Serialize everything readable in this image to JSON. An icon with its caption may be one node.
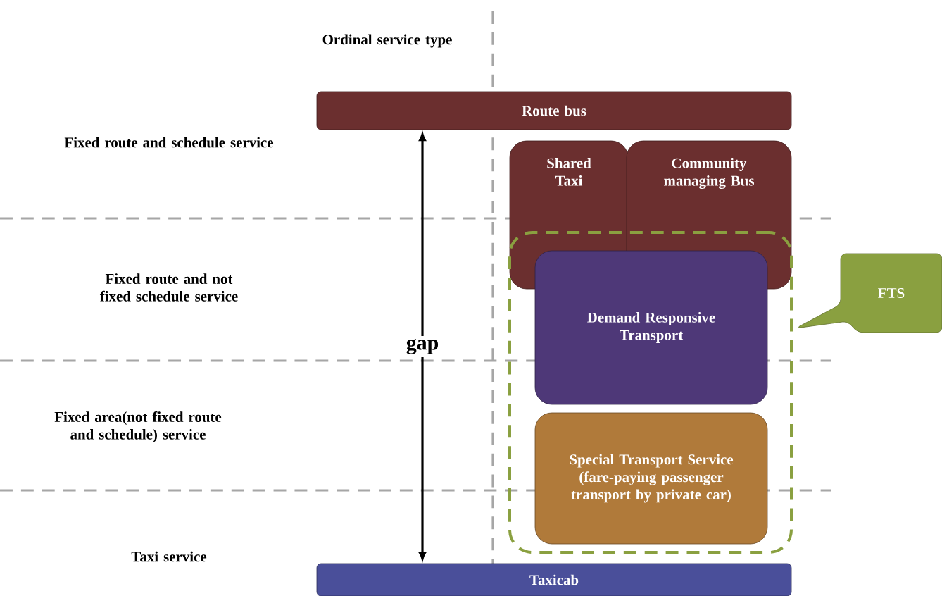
{
  "diagram": {
    "nodes": [
      {
        "text": [
          "Route bus"
        ]
      },
      {
        "text": [
          "Shared Taxi"
        ]
      },
      {
        "text": [
          "Community managing Bus"
        ]
      },
      {
        "text": [],
        "shape": "box"
      },
      {
        "text": [
          "Demand Responsive Transport"
        ],
        "in": 3
      },
      {
        "text": [
          "Special Transport Service (fare-paying passenger transport by private car)"
        ],
        "in": 3
      },
      {
        "text": [
          "FTS"
        ]
      },
      {
        "text": [
          "Taxicab"
        ]
      }
    ],
    "edges": [
      {
        "from": 0,
        "to": 7,
        "arrow": "both",
        "label": "gap"
      }
    ],
    "labels": [
      "Ordinal service type",
      "Fixed route and  schedule service",
      "Fixed route and not fixed schedule service",
      "Fixed area(not fixed route and schedule) service",
      "Taxi service"
    ]
  }
}
